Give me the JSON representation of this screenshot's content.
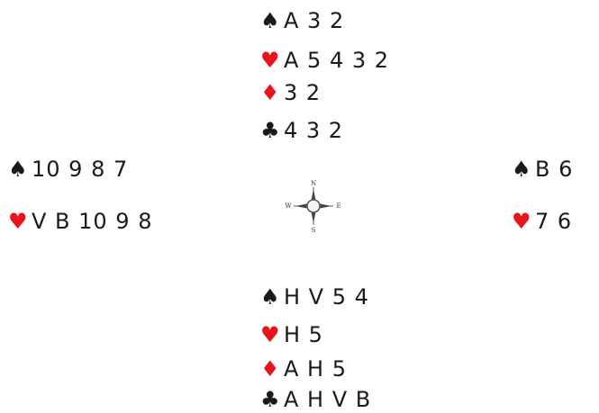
{
  "suits": {
    "spades": "♠",
    "hearts": "♥",
    "diamonds": "♦",
    "clubs": "♣"
  },
  "colors": {
    "red": "#e8141c",
    "black": "#1a1a1a"
  },
  "north": {
    "spades": "A 3 2",
    "hearts": "A 5 4 3 2",
    "diamonds": "3 2",
    "clubs": "4 3 2"
  },
  "west": {
    "spades": "10 9 8 7",
    "hearts": "V B 10 9 8"
  },
  "east": {
    "spades": "B 6",
    "hearts": "7 6"
  },
  "south": {
    "spades": "H V 5 4",
    "hearts": "H 5",
    "diamonds": "A H 5",
    "clubs": "A H V B"
  },
  "compass": {
    "n": "N",
    "s": "S",
    "e": "E",
    "w": "W",
    "icon": "compass-rose-icon"
  }
}
